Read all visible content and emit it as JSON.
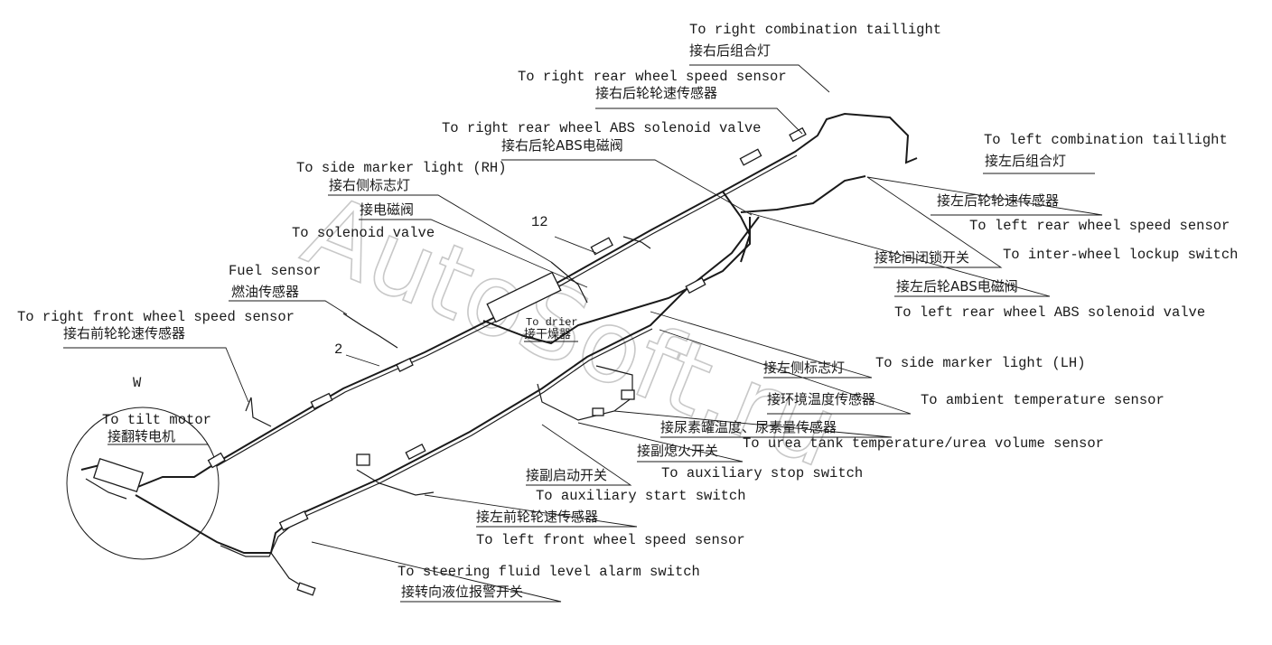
{
  "watermark": "AutoSoft.ru",
  "part_numbers": {
    "p12": "12",
    "p2": "2"
  },
  "detail_view": {
    "letter": "W",
    "en": "To tilt motor",
    "cn": "接翻转电机"
  },
  "callouts": {
    "right_combination_taillight": {
      "en": "To right combination taillight",
      "cn": "接右后组合灯"
    },
    "right_rear_wheel_speed_sensor": {
      "en": "To right rear wheel speed sensor",
      "cn": "接右后轮轮速传感器"
    },
    "right_rear_wheel_abs_valve": {
      "en": "To right rear wheel ABS solenoid valve",
      "cn": "接右后轮ABS电磁阀"
    },
    "side_marker_rh": {
      "en": "To side marker light (RH)",
      "cn": "接右侧标志灯"
    },
    "solenoid_valve": {
      "en": "To solenoid valve",
      "cn": "接电磁阀"
    },
    "fuel_sensor": {
      "en": "Fuel sensor",
      "cn": "燃油传感器"
    },
    "right_front_wheel_speed_sensor": {
      "en": "To right front wheel speed sensor",
      "cn": "接右前轮轮速传感器"
    },
    "left_combination_taillight": {
      "en": "To left combination taillight",
      "cn": "接左后组合灯"
    },
    "left_rear_wheel_speed_sensor": {
      "en": "To left rear wheel speed sensor",
      "cn": "接左后轮轮速传感器"
    },
    "inter_wheel_lockup_switch": {
      "en": "To inter-wheel lockup switch",
      "cn": "接轮间闭锁开关"
    },
    "left_rear_wheel_abs_valve": {
      "en": "To left rear wheel ABS solenoid valve",
      "cn": "接左后轮ABS电磁阀"
    },
    "dryer": {
      "en": "To drier",
      "cn": "接干燥器"
    },
    "side_marker_lh": {
      "en": "To side marker light (LH)",
      "cn": "接左侧标志灯"
    },
    "ambient_temp_sensor": {
      "en": "To ambient temperature sensor",
      "cn": "接环境温度传感器"
    },
    "urea_tank_sensor": {
      "en": "To urea tank temperature/urea volume sensor",
      "cn": "接尿素罐温度、尿素量传感器"
    },
    "aux_stop_switch": {
      "en": "To auxiliary stop switch",
      "cn": "接副熄火开关"
    },
    "aux_start_switch": {
      "en": "To auxiliary start switch",
      "cn": "接副启动开关"
    },
    "left_front_wheel_speed_sensor": {
      "en": "To left front wheel speed sensor",
      "cn": "接左前轮轮速传感器"
    },
    "steering_fluid_alarm": {
      "en": "To steering fluid level alarm switch",
      "cn": "接转向液位报警开关"
    }
  }
}
